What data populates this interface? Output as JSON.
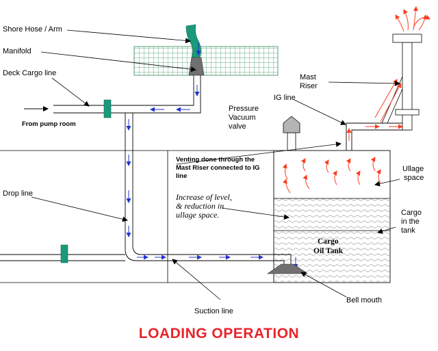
{
  "labels": {
    "shore_hose": "Shore Hose / Arm",
    "manifold": "Manifold",
    "deck_cargo_line": "Deck Cargo line",
    "from_pump_room": "From pump room",
    "drop_line": "Drop  line",
    "suction_line": "Suction line",
    "bell_mouth": "Bell mouth",
    "pv_valve_1": "Pressure",
    "pv_valve_2": "Vacuum",
    "pv_valve_3": "valve",
    "ig_line": "IG line",
    "mast_riser_1": "Mast",
    "mast_riser_2": "Riser",
    "venting_1": "Venting done through the",
    "venting_2": "Mast  Riser connected to IG",
    "venting_3": "line",
    "increase_1": "Increase of  level,",
    "increase_2": "& reduction in",
    "increase_3": "ullage space.",
    "ullage_1": "Ullage",
    "ullage_2": "space",
    "cargo_1": "Cargo",
    "cargo_2": "in the",
    "cargo_3": "tank",
    "tank_1": "Cargo",
    "tank_2": "Oil Tank"
  },
  "title": "LOADING OPERATION",
  "colors": {
    "title": "#e8242b",
    "flow_arrow": "#2233cc",
    "vent_arrow": "#ff3b20",
    "valve": "#1a9a7a",
    "hose": "#1a9a7a",
    "manifold_grid": "#2e8b57"
  }
}
